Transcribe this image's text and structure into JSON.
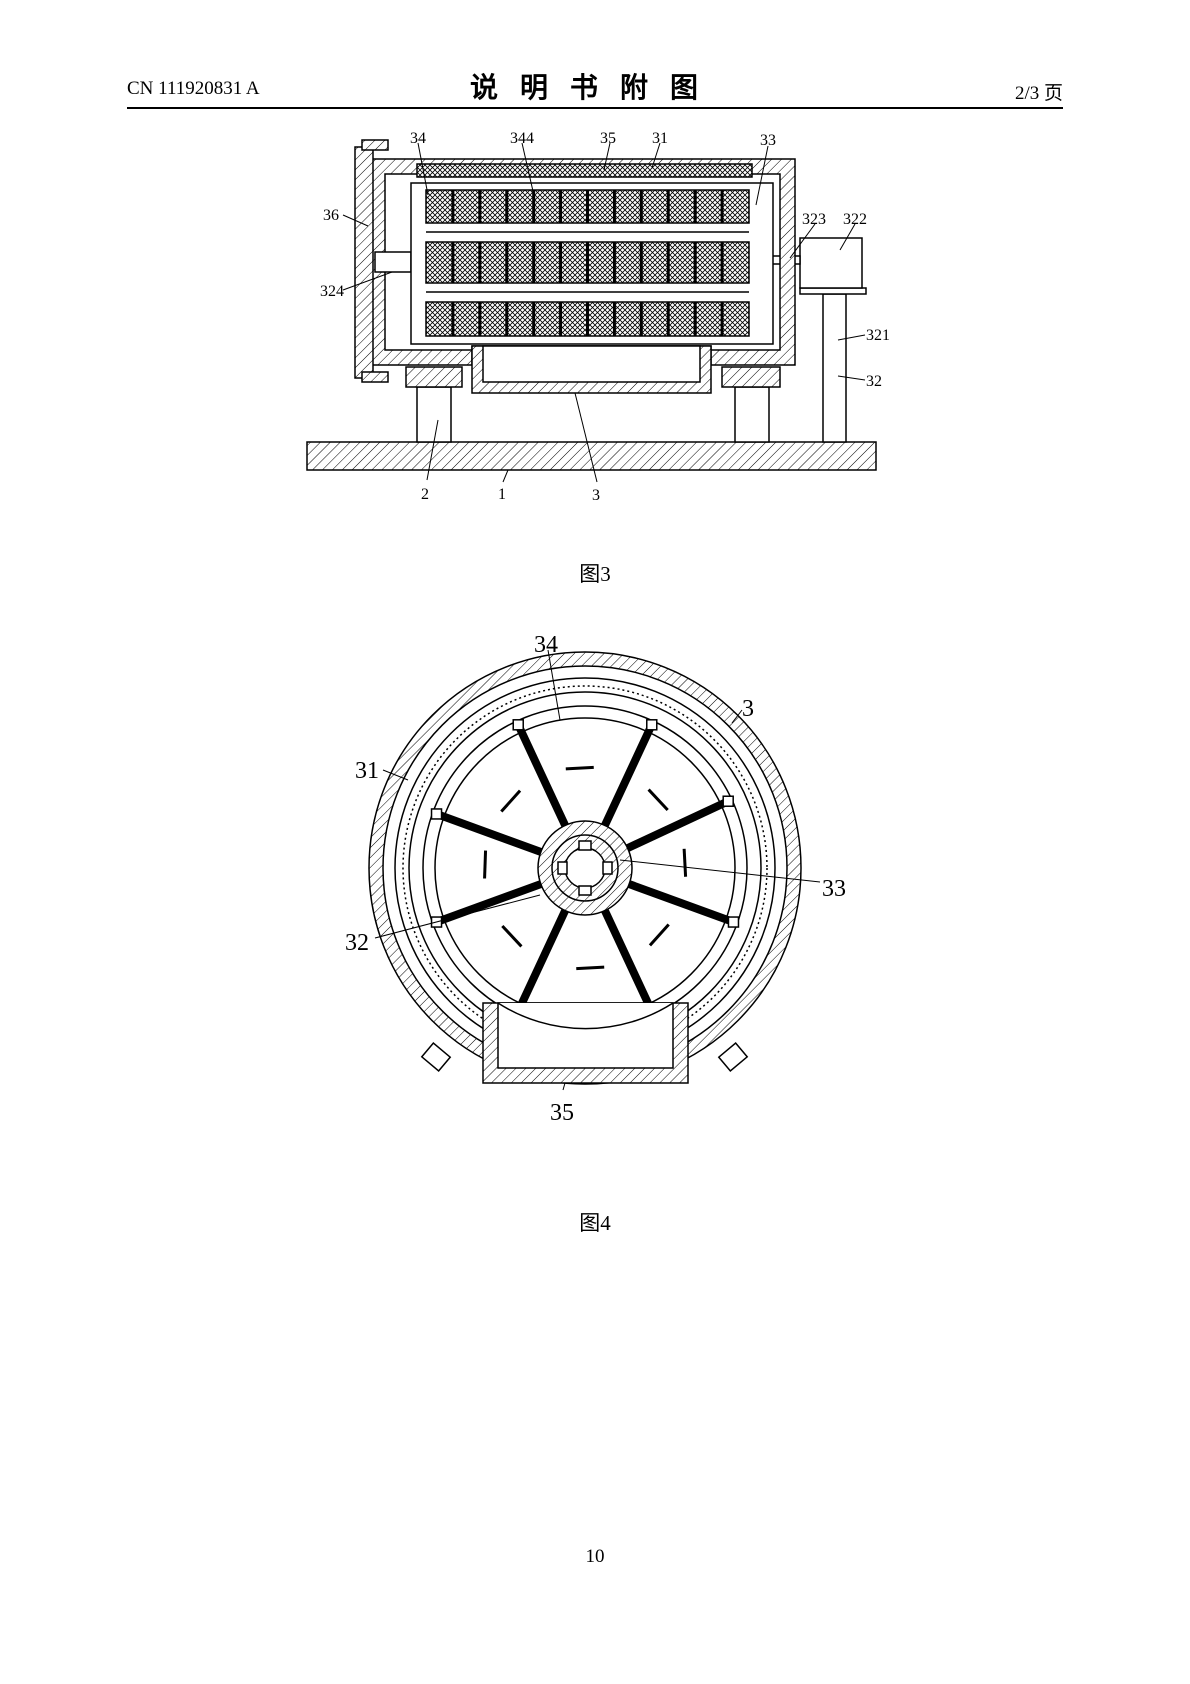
{
  "header": {
    "publication_number": "CN 111920831 A",
    "title": "说明书附图",
    "page_of": "2/3 页"
  },
  "figure3": {
    "caption": "图3",
    "labels": {
      "l34": "34",
      "l344": "344",
      "l35": "35",
      "l31": "31",
      "l33": "33",
      "l36": "36",
      "l324": "324",
      "l323": "323",
      "l322": "322",
      "l321": "321",
      "l32": "32",
      "l2": "2",
      "l1": "1",
      "l3": "3"
    }
  },
  "figure4": {
    "caption": "图4",
    "labels": {
      "l34": "34",
      "l3": "3",
      "l31": "31",
      "l33": "33",
      "l32": "32",
      "l35": "35"
    }
  },
  "footer": {
    "page_number": "10"
  }
}
